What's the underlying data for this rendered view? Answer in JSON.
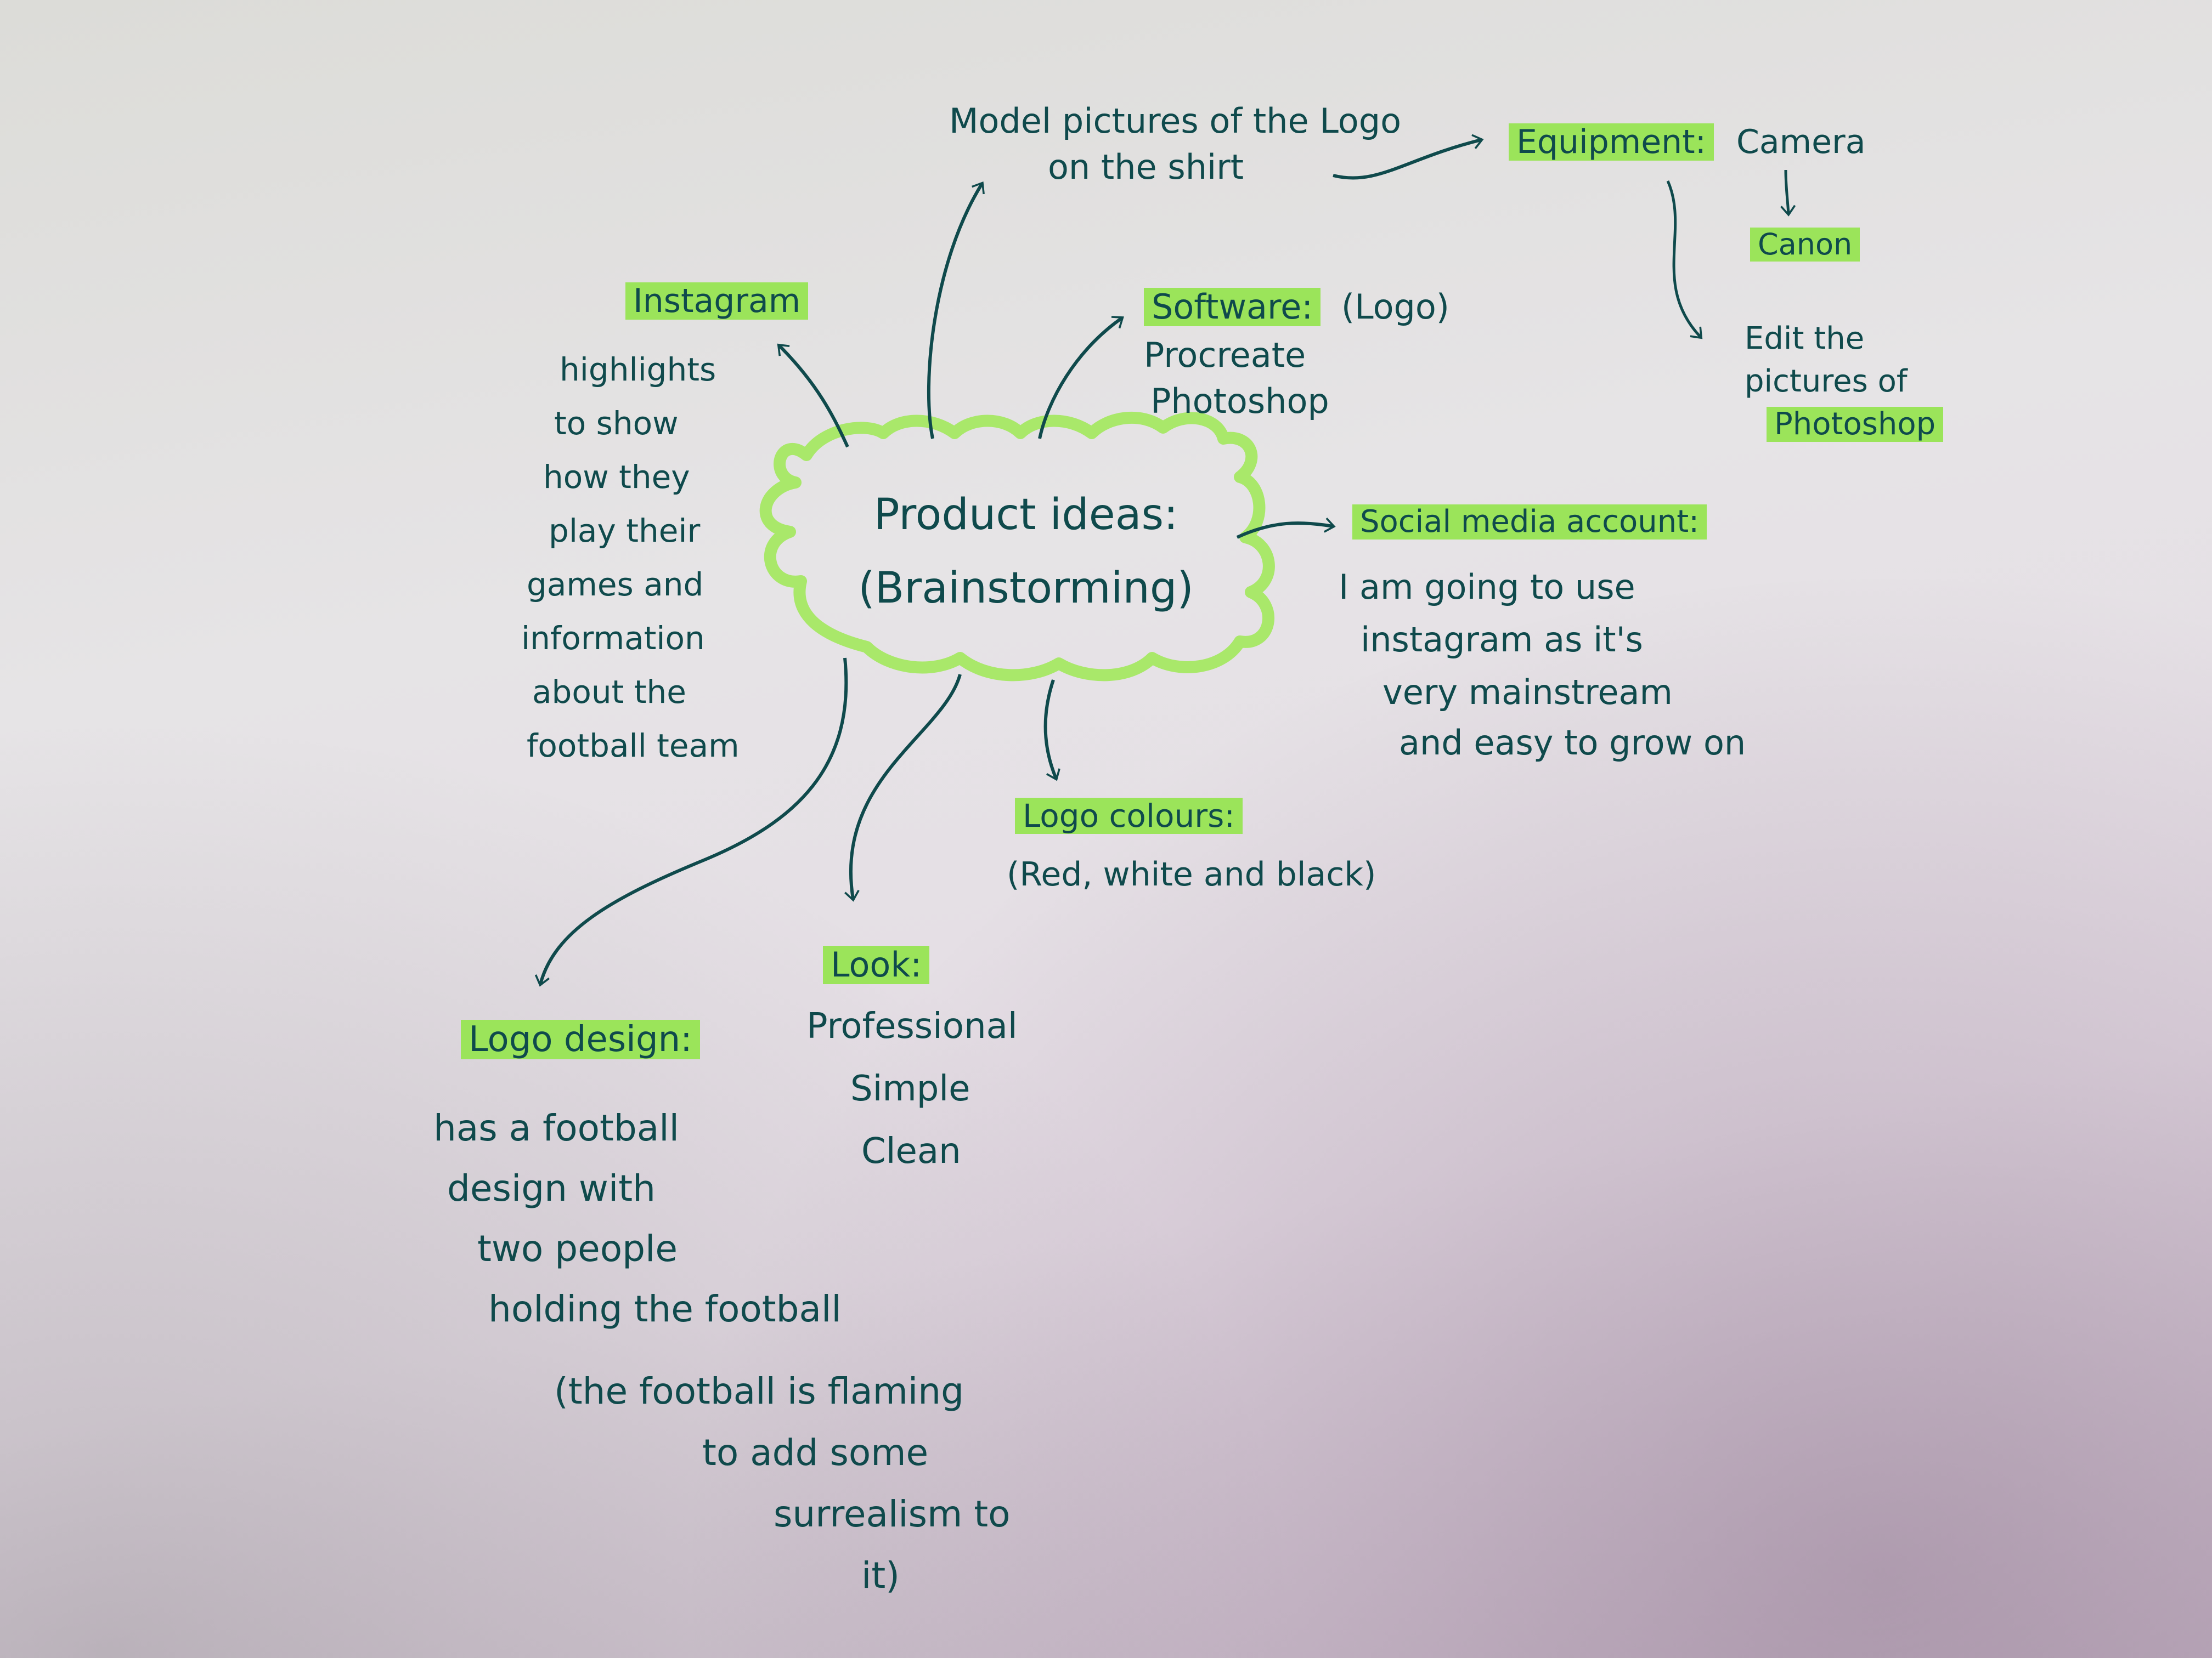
{
  "center": {
    "line1": "Product ideas:",
    "line2": "(Brainstorming)"
  },
  "model_pictures": {
    "line1": "Model pictures of the Logo",
    "line2": "on the shirt"
  },
  "equipment": {
    "label": "Equipment:",
    "value": "Camera",
    "brand": "Canon",
    "edit": [
      "Edit the",
      "pictures of"
    ],
    "edit_tool": "Photoshop"
  },
  "software": {
    "label": "Software:",
    "note": "(Logo)",
    "items": [
      "Procreate",
      "Photoshop"
    ]
  },
  "instagram": {
    "label": "Instagram",
    "lines": [
      "highlights",
      "to show",
      "how they",
      "play their",
      "games and",
      "information",
      "about the",
      "football team"
    ]
  },
  "social_media": {
    "label": "Social media account:",
    "lines": [
      "I am going to use",
      "instagram as it's",
      "very mainstream",
      "and easy to grow on"
    ]
  },
  "logo_colours": {
    "label": "Logo colours:",
    "value": "(Red, white and black)"
  },
  "look": {
    "label": "Look:",
    "items": [
      "Professional",
      "Simple",
      "Clean"
    ]
  },
  "logo_design": {
    "label": "Logo design:",
    "lines": [
      "has a football",
      "design with",
      "two people",
      "holding the football"
    ],
    "note_lines": [
      "(the football is flaming",
      "to add some",
      "surrealism to",
      "it)"
    ]
  },
  "colors": {
    "ink": "#0f4a4c",
    "highlight": "#9be45a",
    "cloud": "#a9e86a"
  }
}
